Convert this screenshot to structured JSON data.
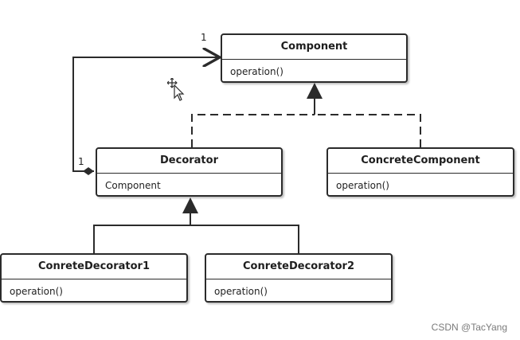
{
  "classes": {
    "component": {
      "name": "Component",
      "member": "operation()"
    },
    "decorator": {
      "name": "Decorator",
      "member": "Component"
    },
    "concrete_component": {
      "name": "ConcreteComponent",
      "member": "operation()"
    },
    "decorator1": {
      "name": "ConreteDecorator1",
      "member": "operation()"
    },
    "decorator2": {
      "name": "ConreteDecorator2",
      "member": "operation()"
    }
  },
  "multiplicity": {
    "component_end": "1",
    "decorator_end": "1"
  },
  "watermark": "CSDN @TacYang"
}
